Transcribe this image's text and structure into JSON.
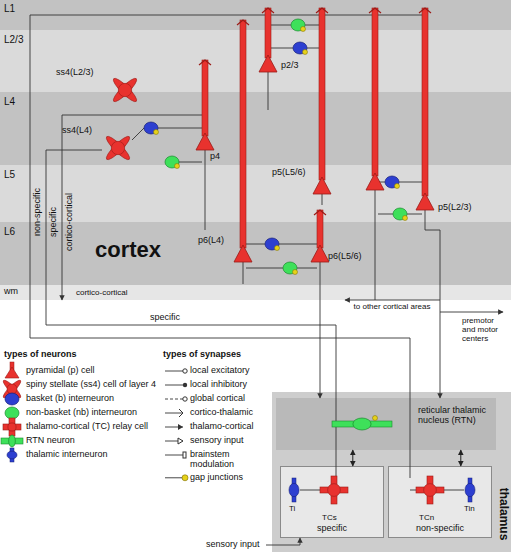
{
  "diagram": {
    "nodes": [
      {
        "text": [
          "L1"
        ]
      },
      {
        "text": [
          "L2/3"
        ]
      },
      {
        "text": [
          "L4"
        ]
      },
      {
        "text": [
          "L5"
        ]
      },
      {
        "text": [
          "L6"
        ]
      },
      {
        "text": [
          "wm"
        ]
      },
      {
        "text": [
          "thalamus"
        ]
      },
      {
        "text": [
          "reticular thalamic nucleus (RTN)"
        ],
        "in": 6
      },
      {
        "text": [
          "specific"
        ],
        "in": 6
      },
      {
        "text": [
          "non-specific"
        ],
        "in": 6
      }
    ],
    "edges": [
      {
        "from": 7,
        "to": 8,
        "arrow": "both"
      },
      {
        "from": 7,
        "to": 9,
        "arrow": "both"
      }
    ],
    "labels": [
      "cortex",
      "p2/3",
      "ss4(L2/3)",
      "ss4(L4)",
      "p4",
      "p6(L4)",
      "p5(L5/6)",
      "p6(L5/6)",
      "p5(L2/3)",
      "non-specific",
      "specific",
      "cortico-cortical",
      "cortico-cortical",
      "specific",
      "to other cortical areas",
      "premotor and motor centers",
      "TCs",
      "Ti",
      "TCn",
      "Tin",
      "sensory input",
      "types of neurons",
      "types of synapses"
    ],
    "legend": [
      {
        "text": "pyramidal (p) cell"
      },
      {
        "text": "spiny stellate (ss4) cell of layer 4"
      },
      {
        "text": "basket (b) interneuron"
      },
      {
        "text": "non-basket (nb) interneuron"
      },
      {
        "text": "thalamo-cortical (TC) relay cell"
      },
      {
        "text": "RTN neuron"
      },
      {
        "text": "thalamic interneuron"
      },
      {
        "text": "local excitatory"
      },
      {
        "text": "local inhibitory"
      },
      {
        "text": "global cortical"
      },
      {
        "text": "cortico-thalamic"
      },
      {
        "text": "thalamo-cortical"
      },
      {
        "text": "sensory input"
      },
      {
        "text": "brainstem modulation"
      },
      {
        "text": "gap junctions"
      }
    ]
  }
}
